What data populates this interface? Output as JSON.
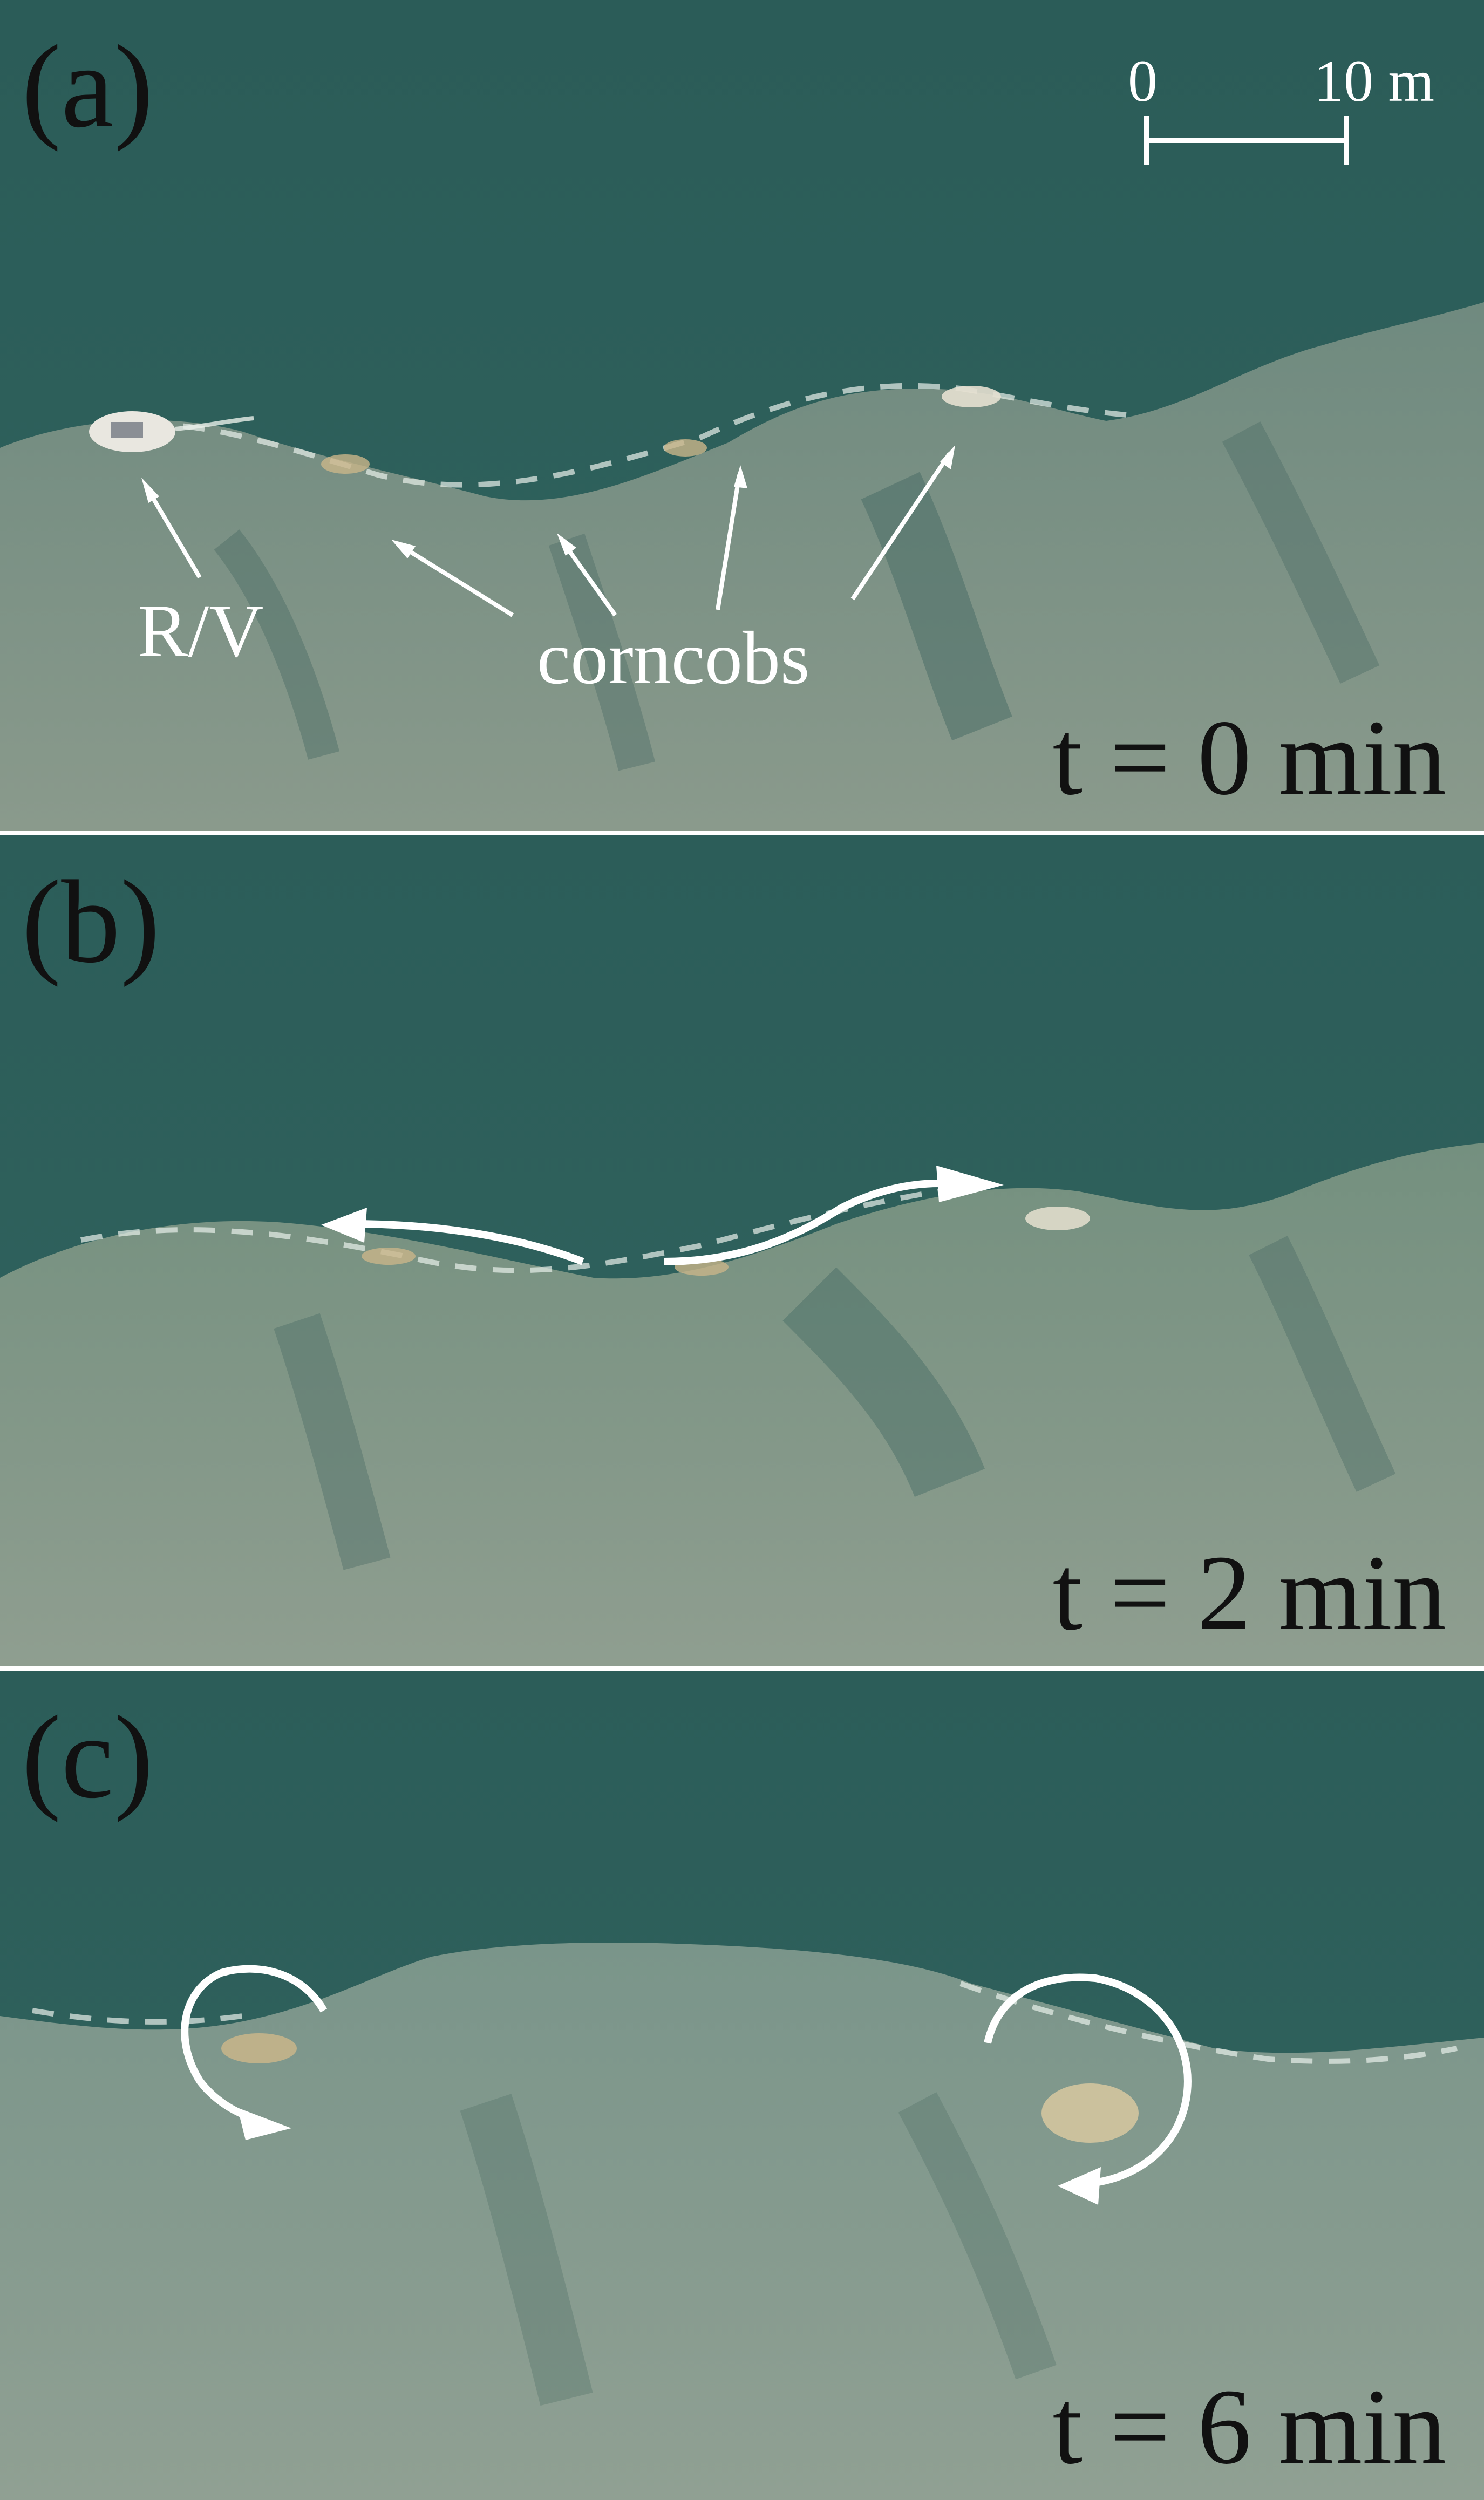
{
  "panels": [
    {
      "label": "(a)",
      "time": "t = 0 min"
    },
    {
      "label": "(b)",
      "time": "t = 2 min"
    },
    {
      "label": "(c)",
      "time": "t = 6 min"
    }
  ],
  "annotations": {
    "vessel": "R/V",
    "corncobs": "corncobs"
  },
  "scale_bar": {
    "start": "0",
    "end": "10 m"
  },
  "colors": {
    "dark_water": "#2e5f5a",
    "turbid_water": "#7e9589",
    "annotation": "#ffffff",
    "label_text": "#111111"
  }
}
